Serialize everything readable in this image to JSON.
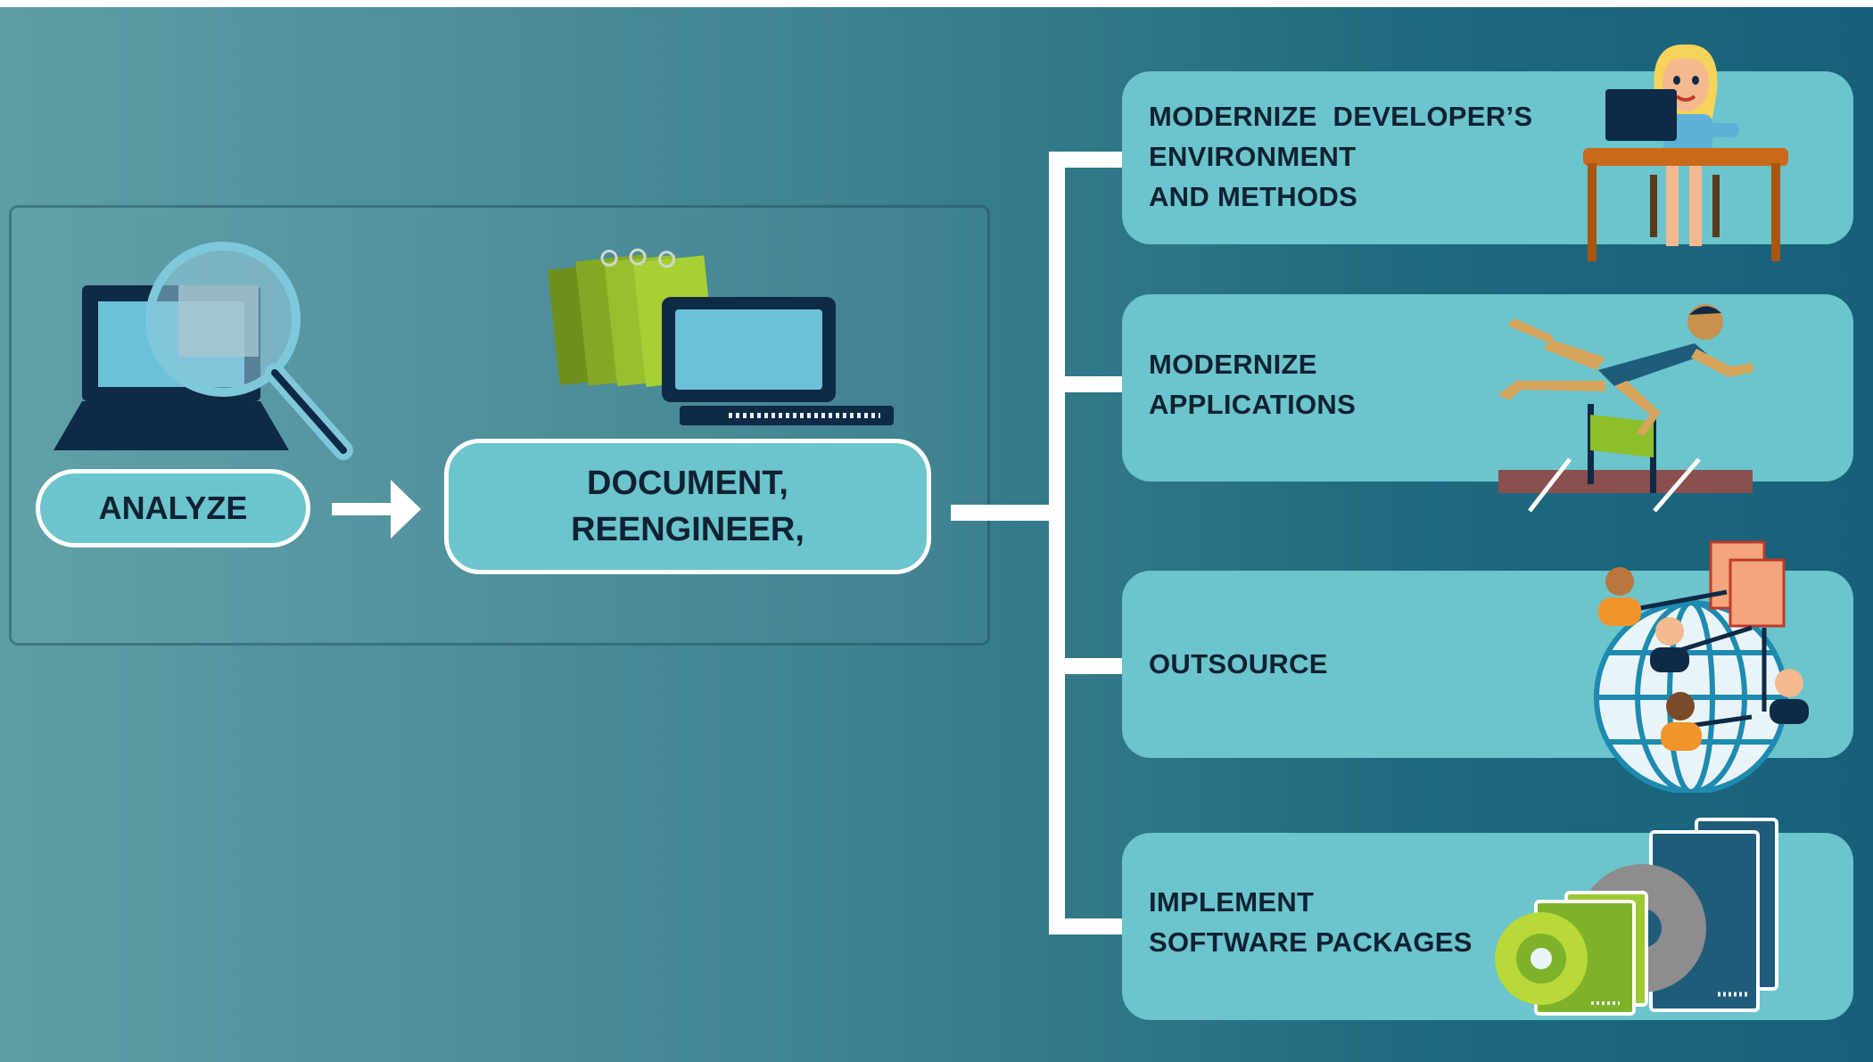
{
  "colors": {
    "background_left": "#5d9ea6",
    "background_right": "#17607a",
    "pill_fill": "#6cc4cc",
    "card_fill": "#6cc4cc",
    "text": "#0f2233",
    "connector": "#ffffff",
    "screen_blue": "#6cc0d8",
    "dark_navy": "#0e2a45",
    "lime_green": "#8cbf2a"
  },
  "left_flow": {
    "analyze_label": "ANALYZE",
    "document_line1": "DOCUMENT,",
    "document_line2": "REENGINEER,",
    "analyze_icon": "laptop-magnifier-icon",
    "document_icon": "documents-laptop-icon",
    "arrow_icon": "right-arrow-icon"
  },
  "options": [
    {
      "lines": [
        "MODERNIZE  DEVELOPER’S",
        "ENVIRONMENT",
        "AND METHODS"
      ],
      "icon": "developer-at-desk-icon"
    },
    {
      "lines": [
        "MODERNIZE",
        "APPLICATIONS"
      ],
      "icon": "hurdle-runner-icon"
    },
    {
      "lines": [
        "OUTSOURCE"
      ],
      "icon": "global-team-icon"
    },
    {
      "lines": [
        "IMPLEMENT",
        "SOFTWARE PACKAGES"
      ],
      "icon": "software-packages-icon"
    }
  ]
}
